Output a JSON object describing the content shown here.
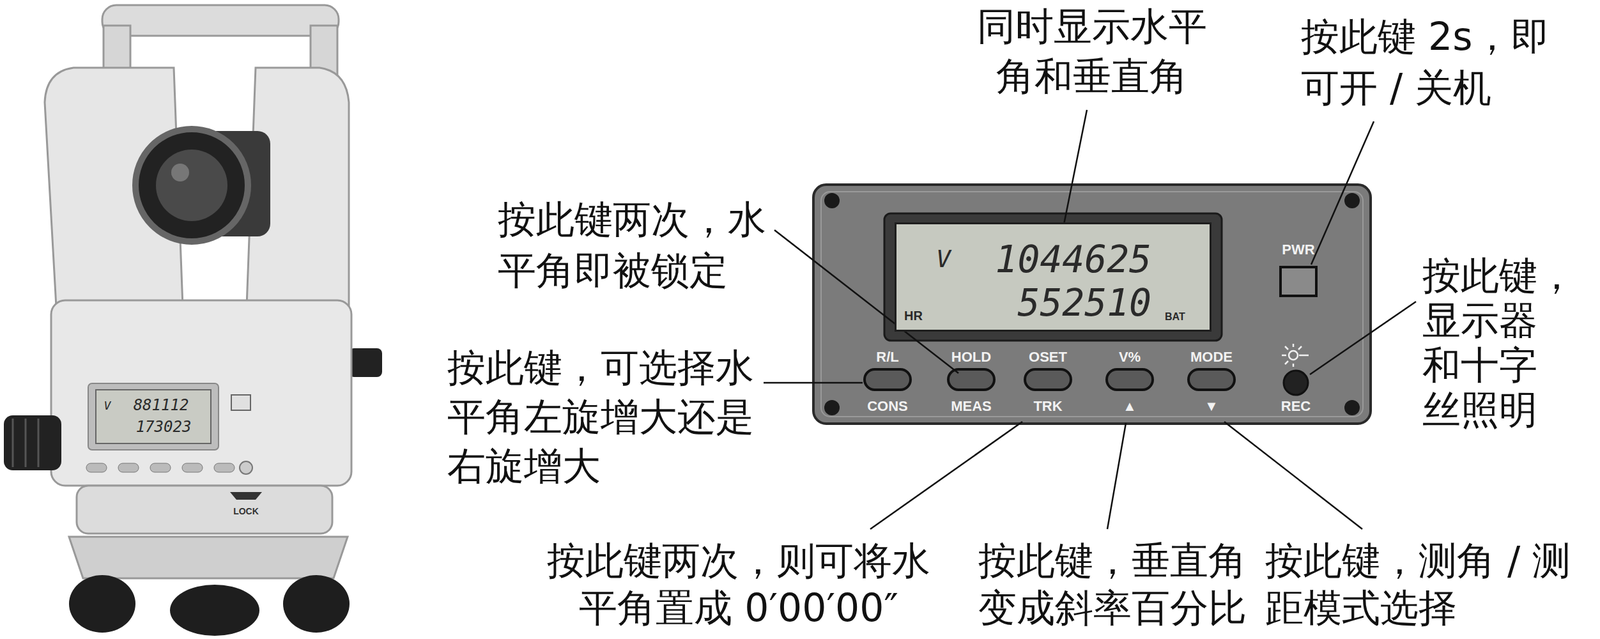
{
  "diagram": {
    "nodes": [
      {
        "text": [
          "V",
          "1044625",
          "HR",
          "552510",
          "BAT"
        ]
      }
    ],
    "labels": [
      "同时显示水平 角和垂直角",
      "按此键 2s，即 可开 / 关机",
      "按此键两次，水 平角即被锁定",
      "PWR",
      "按此键， 显示器 和十字 丝照明",
      "按此键，可选择水 平角左旋增大还是 右旋增大",
      "R/L",
      "HOLD",
      "OSET",
      "V%",
      "MODE",
      "CONS",
      "MEAS",
      "TRK",
      "▲",
      "▼",
      "REC",
      "按此键两次，则可将水 平角置成 0′00′00″",
      "按此键，垂直角 变成斜率百分比",
      "按此键，测角 / 测 距模式选择",
      "V",
      "881112",
      "173023",
      "LOCK"
    ]
  }
}
